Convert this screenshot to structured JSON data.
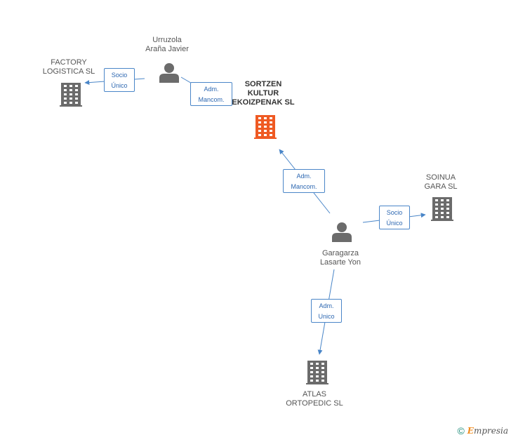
{
  "nodes": [
    {
      "id": "factory",
      "type": "company",
      "label": "FACTORY\nLOGISTICA SL",
      "color": "#6b6b6b"
    },
    {
      "id": "urruzola",
      "type": "person",
      "label": "Urruzola\nAraña Javier",
      "color": "#6b6b6b"
    },
    {
      "id": "sortzen",
      "type": "company",
      "label": "SORTZEN\nKULTUR\nEKOIZPENAK SL",
      "color": "#ef5a23",
      "main": true
    },
    {
      "id": "soinua",
      "type": "company",
      "label": "SOINUA\nGARA SL",
      "color": "#6b6b6b"
    },
    {
      "id": "garagarza",
      "type": "person",
      "label": "Garagarza\nLasarte Yon",
      "color": "#6b6b6b"
    },
    {
      "id": "atlas",
      "type": "company",
      "label": "ATLAS\nORTOPEDIC SL",
      "color": "#6b6b6b"
    }
  ],
  "edges": [
    {
      "id": "e1",
      "from": "urruzola",
      "to": "factory",
      "label": "Socio\nÚnico"
    },
    {
      "id": "e2",
      "from": "urruzola",
      "to": "sortzen",
      "label": "Adm.\nMancom."
    },
    {
      "id": "e3",
      "from": "garagarza",
      "to": "sortzen",
      "label": "Adm.\nMancom."
    },
    {
      "id": "e4",
      "from": "garagarza",
      "to": "soinua",
      "label": "Socio\nÚnico"
    },
    {
      "id": "e5",
      "from": "garagarza",
      "to": "atlas",
      "label": "Adm.\nUnico"
    }
  ],
  "colors": {
    "edge": "#4a86c8",
    "company": "#6b6b6b",
    "main_company": "#ef5a23",
    "person": "#6b6b6b"
  },
  "footer": {
    "copyright": "©",
    "brand_initial": "E",
    "brand_rest": "mpresia"
  }
}
